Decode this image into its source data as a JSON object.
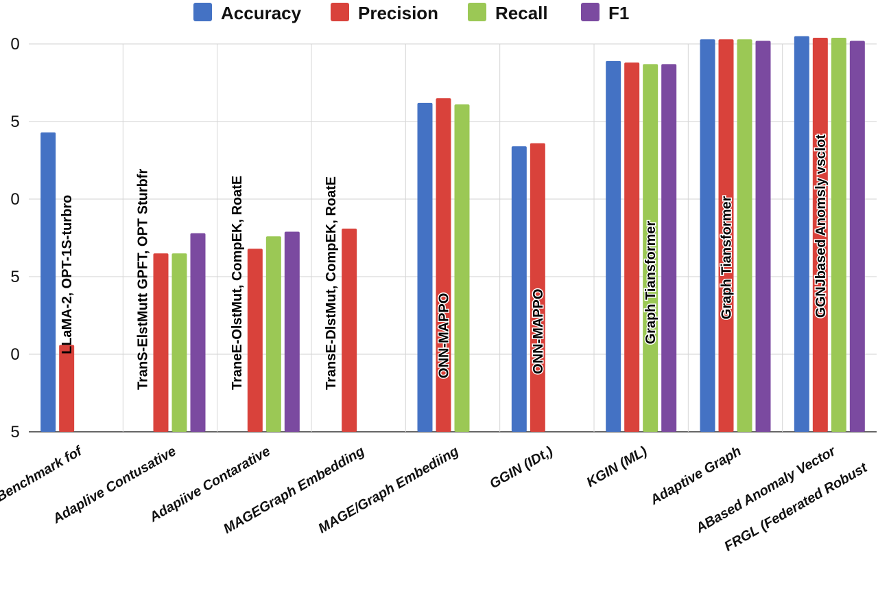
{
  "chart_data": {
    "type": "bar",
    "title": "",
    "xlabel": "",
    "ylabel": "",
    "grid": true,
    "legend_position": "top-center",
    "ylim": [
      0,
      25
    ],
    "y_ticks": [
      {
        "value": 25,
        "label": "0"
      },
      {
        "value": 20,
        "label": "5"
      },
      {
        "value": 15,
        "label": "0"
      },
      {
        "value": 10,
        "label": "5"
      },
      {
        "value": 5,
        "label": "0"
      },
      {
        "value": 0,
        "label": "5"
      }
    ],
    "categories": [
      "Benchmark fof",
      "Adaplive Contusative",
      "Adapiive Contarative",
      "MAGEGraph Embedding",
      "MAGE/Graph Embediing",
      "GGIN (IDt,)",
      "KGIN (ML)",
      "Adaptive Graph",
      "ABased Anomaly Vector FRGL (Federated Robust"
    ],
    "series": [
      {
        "name": "Accuracy",
        "color": "#4472C4",
        "values": [
          19.3,
          null,
          null,
          null,
          21.2,
          18.4,
          23.9,
          25.3,
          25.5
        ]
      },
      {
        "name": "Precision",
        "color": "#D9423B",
        "values": [
          5.6,
          11.5,
          11.8,
          13.1,
          21.5,
          18.6,
          23.8,
          25.3,
          25.4
        ]
      },
      {
        "name": "Recall",
        "color": "#9BC855",
        "values": [
          null,
          11.5,
          12.6,
          null,
          21.1,
          null,
          23.7,
          25.3,
          25.4
        ]
      },
      {
        "name": "F1",
        "color": "#7B4AA0",
        "values": [
          null,
          12.8,
          12.9,
          null,
          null,
          null,
          23.7,
          25.2,
          25.2
        ]
      }
    ],
    "annotations": [
      {
        "text": "LLaMA-2, OPT-1S-turbro",
        "category": 0,
        "series": 1,
        "white_outline": false
      },
      {
        "text": "TranS-ElstMutt  GPFT, OPT Sturbfr",
        "category": 1,
        "series": 0,
        "white_outline": false
      },
      {
        "text": "TraneE-OlstMut, CompEK, RoatE",
        "category": 2,
        "series": 0,
        "white_outline": false
      },
      {
        "text": "TransE-DlstMut, CompEK, RoatE",
        "category": 3,
        "series": 0,
        "white_outline": false
      },
      {
        "text": "ONN-MAPPO",
        "category": 4,
        "series": 1,
        "white_outline": true
      },
      {
        "text": "ONN-MAPPO",
        "category": 5,
        "series": 1,
        "white_outline": true
      },
      {
        "text": "Graph Tiansformer",
        "category": 6,
        "series": 2,
        "white_outline": true
      },
      {
        "text": "Graph Tiansformer",
        "category": 7,
        "series": 1,
        "white_outline": true
      },
      {
        "text": "GGNJbased Anomsly vsclot",
        "category": 8,
        "series": 1,
        "white_outline": true
      }
    ]
  }
}
